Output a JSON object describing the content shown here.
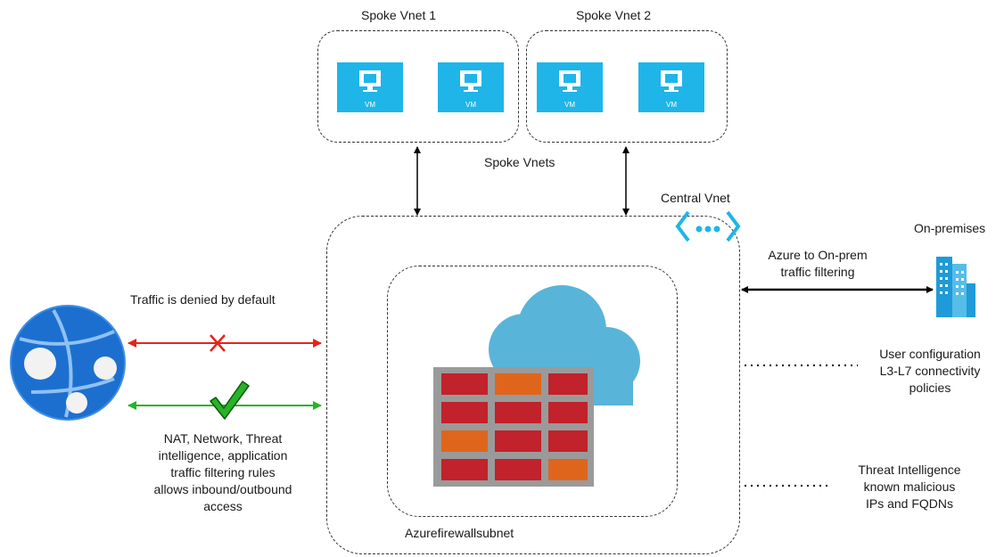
{
  "spoke1": {
    "title": "Spoke Vnet 1",
    "vms": [
      "VM",
      "VM"
    ]
  },
  "spoke2": {
    "title": "Spoke Vnet 2",
    "vms": [
      "VM",
      "VM"
    ]
  },
  "spoke_vnets_label": "Spoke Vnets",
  "central_vnet_label": "Central Vnet",
  "subnet_label": "Azurefirewallsubnet",
  "onprem": {
    "title": "On-premises",
    "link_label_1": "Azure to On-prem",
    "link_label_2": "traffic filtering"
  },
  "denied_label": "Traffic is denied by default",
  "allowed_lines": [
    "NAT, Network, Threat",
    "intelligence, application",
    "traffic filtering rules",
    "allows inbound/outbound",
    "access"
  ],
  "user_config_lines": [
    "User configuration",
    "L3-L7 connectivity",
    "policies"
  ],
  "threat_lines": [
    "Threat Intelligence",
    "known malicious",
    "IPs and FQDNs"
  ],
  "colors": {
    "deny": "#e8221c",
    "allow": "#27b327",
    "vm": "#1fb5e8",
    "brick_red": "#c1222b",
    "brick_orange": "#e0651c",
    "cloud": "#59b4d9",
    "web_app": "#1d6fcf"
  }
}
